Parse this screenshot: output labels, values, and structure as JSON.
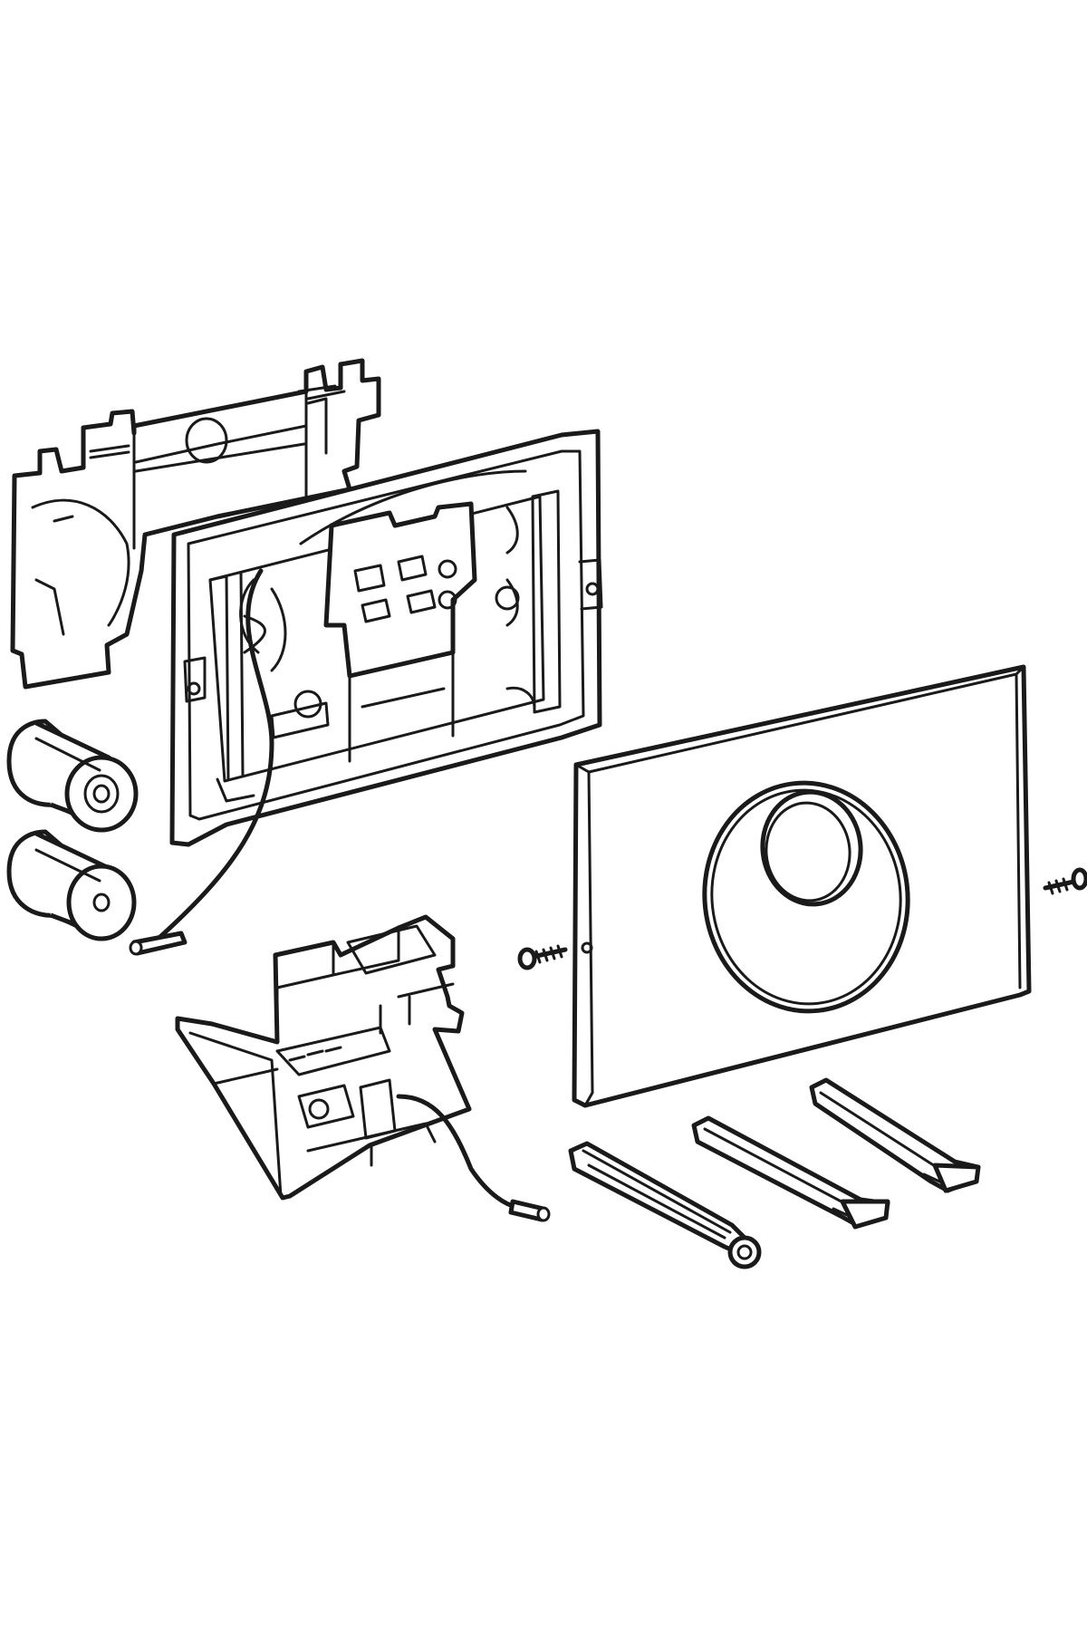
{
  "diagram": {
    "background": "#ffffff",
    "line_color": "#1a1a1a",
    "parts": [
      {
        "id": "mounting-bracket",
        "icon": "bracket-icon"
      },
      {
        "id": "installation-frame",
        "icon": "frame-icon"
      },
      {
        "id": "battery",
        "icon": "battery-icon",
        "count": 2
      },
      {
        "id": "sensor-cable",
        "icon": "cable-icon"
      },
      {
        "id": "actuator-unit",
        "icon": "actuator-icon"
      },
      {
        "id": "cover-plate",
        "icon": "plate-icon"
      },
      {
        "id": "fixing-screw",
        "icon": "screw-icon",
        "count": 2
      },
      {
        "id": "actuating-rod",
        "icon": "rod-icon",
        "count": 3
      }
    ]
  }
}
